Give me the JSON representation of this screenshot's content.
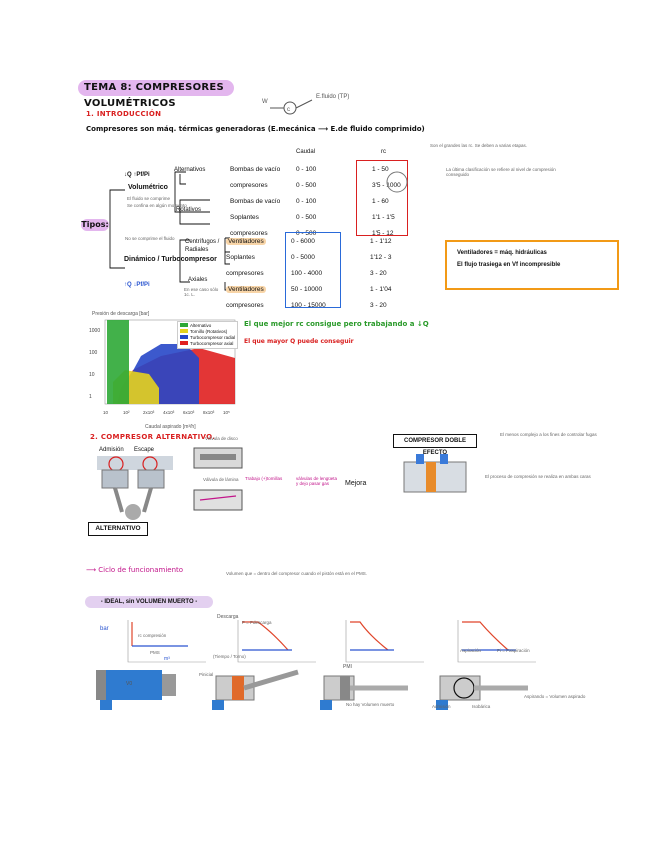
{
  "title": "TEMA 8: COMPRESORES VOLUMÉTRICOS",
  "header_note": {
    "symbol": "W",
    "fluid": "E.fluido (TP)"
  },
  "intro": {
    "heading": "1. INTRODUCCIÓN",
    "sentence": "Compresores son máq. térmicas generadoras (E.mecánica ⟶ E.de fluido comprimido)",
    "column_headers": {
      "caudal": "Caudal",
      "rc": "rc"
    },
    "rc_note": "Son el grandes las rc. Se deben a varias etapas.",
    "classification_note": "La última clasificación se refiere al nivel de compresión conseguido",
    "tipos": "Tipos:",
    "volumetrico": {
      "label": "Volumétrico",
      "arrows": "↓Q  ↑Pf/Pi",
      "note_1": "El fluido se comprime",
      "note_2": "Se confina en algún momento",
      "alternativos": "Alternativos",
      "rotativos": "Rotativos",
      "items": [
        {
          "name": "Bombas de vacío",
          "caudal": "0 - 100",
          "rc": "1 - 50"
        },
        {
          "name": "compresores",
          "caudal": "0 - 500",
          "rc": "3'5 - 1000"
        },
        {
          "name": "Bombas de vacío",
          "caudal": "0 - 100",
          "rc": "1 - 60"
        },
        {
          "name": "Soplantes",
          "caudal": "0 - 500",
          "rc": "1'1 - 1'5"
        },
        {
          "name": "compresores",
          "caudal": "0 - 500",
          "rc": "1'5 - 12"
        }
      ]
    },
    "dinamico": {
      "label": "Dinámico / Turbocompresor",
      "arrows": "↑Q  ↓Pf/Pi",
      "note": "No se comprime el fluido",
      "note_2": "En ese caso sólo 1c. L.",
      "centrifugos": "Centrífugos / Radiales",
      "axiales": "Axiales",
      "items": [
        {
          "name": "Ventiladores",
          "caudal": "0 - 6000",
          "rc": "1 - 1'12"
        },
        {
          "name": "Soplantes",
          "caudal": "0 - 5000",
          "rc": "1'12 - 3"
        },
        {
          "name": "compresores",
          "caudal": "100 - 4000",
          "rc": "3 - 20"
        },
        {
          "name": "Ventiladores",
          "caudal": "50 - 10000",
          "rc": "1 - 1'04"
        },
        {
          "name": "compresores",
          "caudal": "100 - 15000",
          "rc": "3 - 20"
        }
      ]
    },
    "orange_box": {
      "line1": "Ventiladores = máq. hidráulicas",
      "line2": "El flujo trasiega en Vf incompresible"
    }
  },
  "chart_data": {
    "type": "area",
    "title": "Presión de descarga [bar]",
    "xlabel": "Caudal aspirado [m³/h]",
    "ylabel": "",
    "y_ticks": [
      "1000",
      "100",
      "10",
      "1"
    ],
    "x_ticks": [
      "10",
      "10²",
      "2x10³",
      "4x10³",
      "6x10³",
      "8x10³",
      "10⁵"
    ],
    "legend": [
      {
        "name": "Alternativo",
        "color": "#2ea836"
      },
      {
        "name": "Tornillo (Rotativos)",
        "color": "#e6d21e"
      },
      {
        "name": "Turbocompresor radial",
        "color": "#2747c8"
      },
      {
        "name": "Turbocompresor axial",
        "color": "#e02020"
      }
    ],
    "annotation_green": "El que mejor rc consigue pero trabajando a ↓Q",
    "annotation_red": "El que mayor Q puede conseguir"
  },
  "section2": {
    "heading": "2. COMPRESOR ALTERNATIVO.",
    "admision": "Admisión",
    "escape": "Escape",
    "valve_label": "Válvula de disco",
    "valve_label_2": "Válvula de lámina",
    "valve_note": "Trabajo (+)tomillas",
    "valve_note_2": "válvulas de lengüeta y dejo pasar gas",
    "mejora": "Mejora",
    "alternativo": "ALTERNATIVO",
    "doble": "COMPRESOR DOBLE EFECTO",
    "doble_note_1": "El menos complejo a los fines de controlar fugas",
    "doble_note_2": "El proceso de compresión se realiza en ambas caras"
  },
  "section3": {
    "cycle_heading": "⟶ Ciclo de funcionamiento",
    "cycle_note": "Volumen que = dentro del compresor cuando el pistón está en el PMS.",
    "ideal": "- IDEAL, sin VOLUMEN MUERTO -",
    "diag_labels": {
      "bar": "bar",
      "rc_compres": "rc compresión",
      "m3": "m³",
      "v0": "V0",
      "pms": "PMS",
      "descarga": "Descarga",
      "pf": "P = Pdescarga",
      "tiempo": "(Tiempo / Torno)",
      "pi": "Pinicial",
      "pmi": "PMI",
      "no_hay": "No hay Volumen muerto",
      "aspiracion": "Aspiración",
      "pi_aspiracion": "Pi = Paspiración",
      "admision_lbl": "Admisión",
      "isobarica": "Isobárica",
      "aspirando": "Aspirando = Volumen aspirado"
    }
  }
}
